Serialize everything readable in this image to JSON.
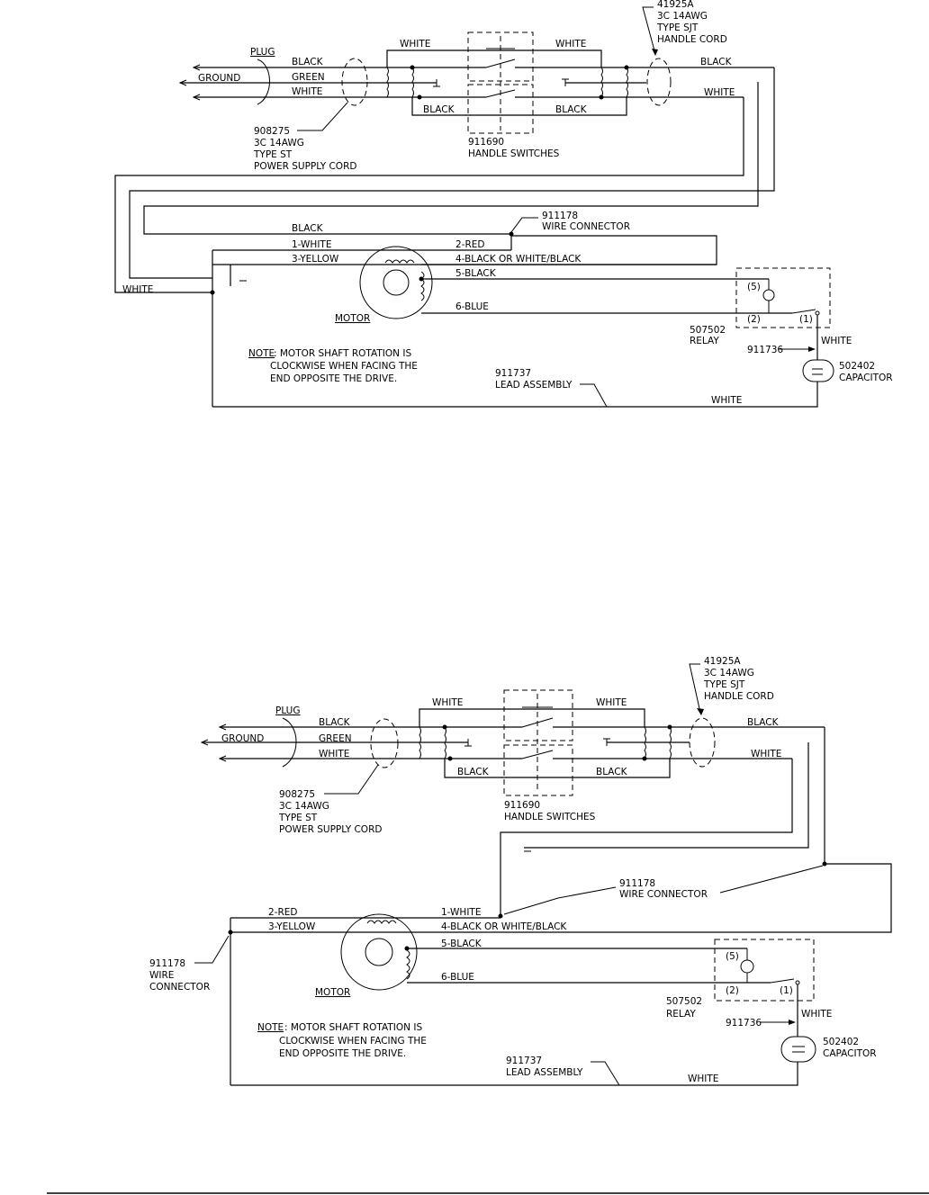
{
  "diagram1": {
    "part_handle_cord": "41925A",
    "handle_cord_lines": [
      "3C 14AWG",
      "TYPE SJT",
      "HANDLE CORD"
    ],
    "plug": "PLUG",
    "ground": "GROUND",
    "black": "BLACK",
    "green": "GREEN",
    "white": "WHITE",
    "part_power_cord": "908275",
    "power_cord_lines": [
      "3C 14AWG",
      "TYPE ST",
      "POWER SUPPLY CORD"
    ],
    "part_switches": "911690",
    "switches_label": "HANDLE SWITCHES",
    "part_wire_connector": "911178",
    "wire_connector": "WIRE CONNECTOR",
    "lead_1": "1-WHITE",
    "lead_2": "2-RED",
    "lead_3": "3-YELLOW",
    "lead_4": "4-BLACK OR WHITE/BLACK",
    "lead_5": "5-BLACK",
    "lead_6": "6-BLUE",
    "motor": "MOTOR",
    "relay_pin5": "(5)",
    "relay_pin2": "(2)",
    "relay_pin1": "(1)",
    "part_relay": "507502",
    "relay": "RELAY",
    "part_lead": "911736",
    "part_capacitor": "502402",
    "capacitor": "CAPACITOR",
    "note_label": "NOTE",
    "note_lines": [
      ": MOTOR SHAFT ROTATION IS",
      "CLOCKWISE WHEN FACING THE",
      "END OPPOSITE THE DRIVE."
    ],
    "part_lead_assembly": "911737",
    "lead_assembly": "LEAD ASSEMBLY"
  },
  "diagram2": {
    "part_handle_cord": "41925A",
    "handle_cord_lines": [
      "3C 14AWG",
      "TYPE SJT",
      "HANDLE CORD"
    ],
    "plug": "PLUG",
    "ground": "GROUND",
    "black": "BLACK",
    "green": "GREEN",
    "white": "WHITE",
    "part_power_cord": "908275",
    "power_cord_lines": [
      "3C 14AWG",
      "TYPE ST",
      "POWER SUPPLY CORD"
    ],
    "part_switches": "911690",
    "switches_label": "HANDLE SWITCHES",
    "part_wire_connector": "911178",
    "wire_connector": "WIRE CONNECTOR",
    "left_connector_lines": [
      "911178",
      "WIRE",
      "CONNECTOR"
    ],
    "lead_1": "1-WHITE",
    "lead_2": "2-RED",
    "lead_3": "3-YELLOW",
    "lead_4": "4-BLACK OR WHITE/BLACK",
    "lead_5": "5-BLACK",
    "lead_6": "6-BLUE",
    "motor": "MOTOR",
    "relay_pin5": "(5)",
    "relay_pin2": "(2)",
    "relay_pin1": "(1)",
    "part_relay": "507502",
    "relay": "RELAY",
    "part_lead": "911736",
    "part_capacitor": "502402",
    "capacitor": "CAPACITOR",
    "note_label": "NOTE",
    "note_lines": [
      ": MOTOR SHAFT ROTATION IS",
      "CLOCKWISE WHEN FACING THE",
      "END OPPOSITE THE DRIVE."
    ],
    "part_lead_assembly": "911737",
    "lead_assembly": "LEAD ASSEMBLY"
  }
}
